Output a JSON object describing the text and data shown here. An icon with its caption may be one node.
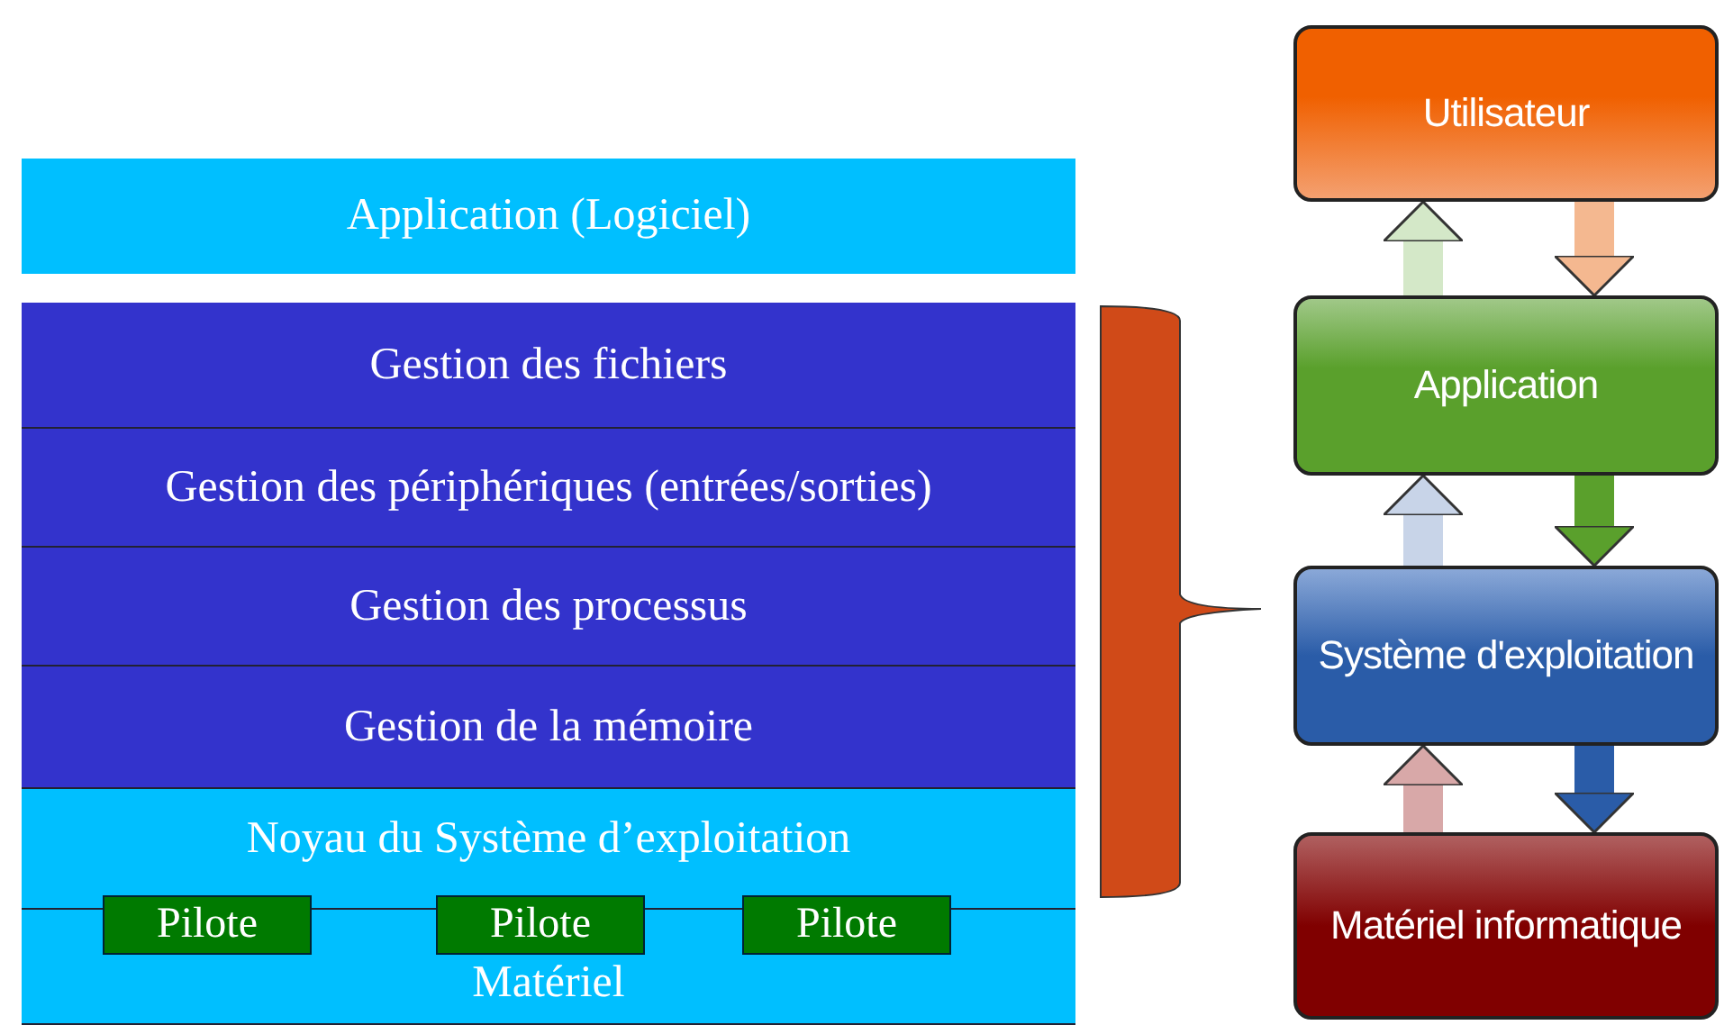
{
  "diagram": {
    "nodes": [
      {
        "text": [
          "Application (Logiciel)"
        ]
      },
      {
        "text": [
          "Gestion des fichiers"
        ]
      },
      {
        "text": [
          "Gestion des périphériques (entrées/sorties)"
        ]
      },
      {
        "text": [
          "Gestion des processus"
        ]
      },
      {
        "text": [
          "Gestion de la mémoire"
        ]
      },
      {
        "text": [
          "Noyau du Système d’exploitation"
        ]
      },
      {
        "text": [
          "Pilote"
        ]
      },
      {
        "text": [
          "Pilote"
        ]
      },
      {
        "text": [
          "Pilote"
        ]
      },
      {
        "text": [
          "Matériel"
        ]
      },
      {
        "text": [
          "Utilisateur"
        ]
      },
      {
        "text": [
          "Application"
        ]
      },
      {
        "text": [
          "Système d'exploitation"
        ]
      },
      {
        "text": [
          "Matériel informatique"
        ]
      }
    ],
    "edges": [
      {
        "from": 11,
        "to": 10,
        "arrow": "to",
        "color": "#d4e8c8"
      },
      {
        "from": 10,
        "to": 11,
        "arrow": "to",
        "color": "#f4b890"
      },
      {
        "from": 12,
        "to": 11,
        "arrow": "to",
        "color": "#c8d4e8"
      },
      {
        "from": 11,
        "to": 12,
        "arrow": "to",
        "color": "#5aa02c"
      },
      {
        "from": 13,
        "to": 12,
        "arrow": "to",
        "color": "#d8a8a8"
      },
      {
        "from": 12,
        "to": 13,
        "arrow": "to",
        "color": "#2a5ca8"
      }
    ]
  }
}
